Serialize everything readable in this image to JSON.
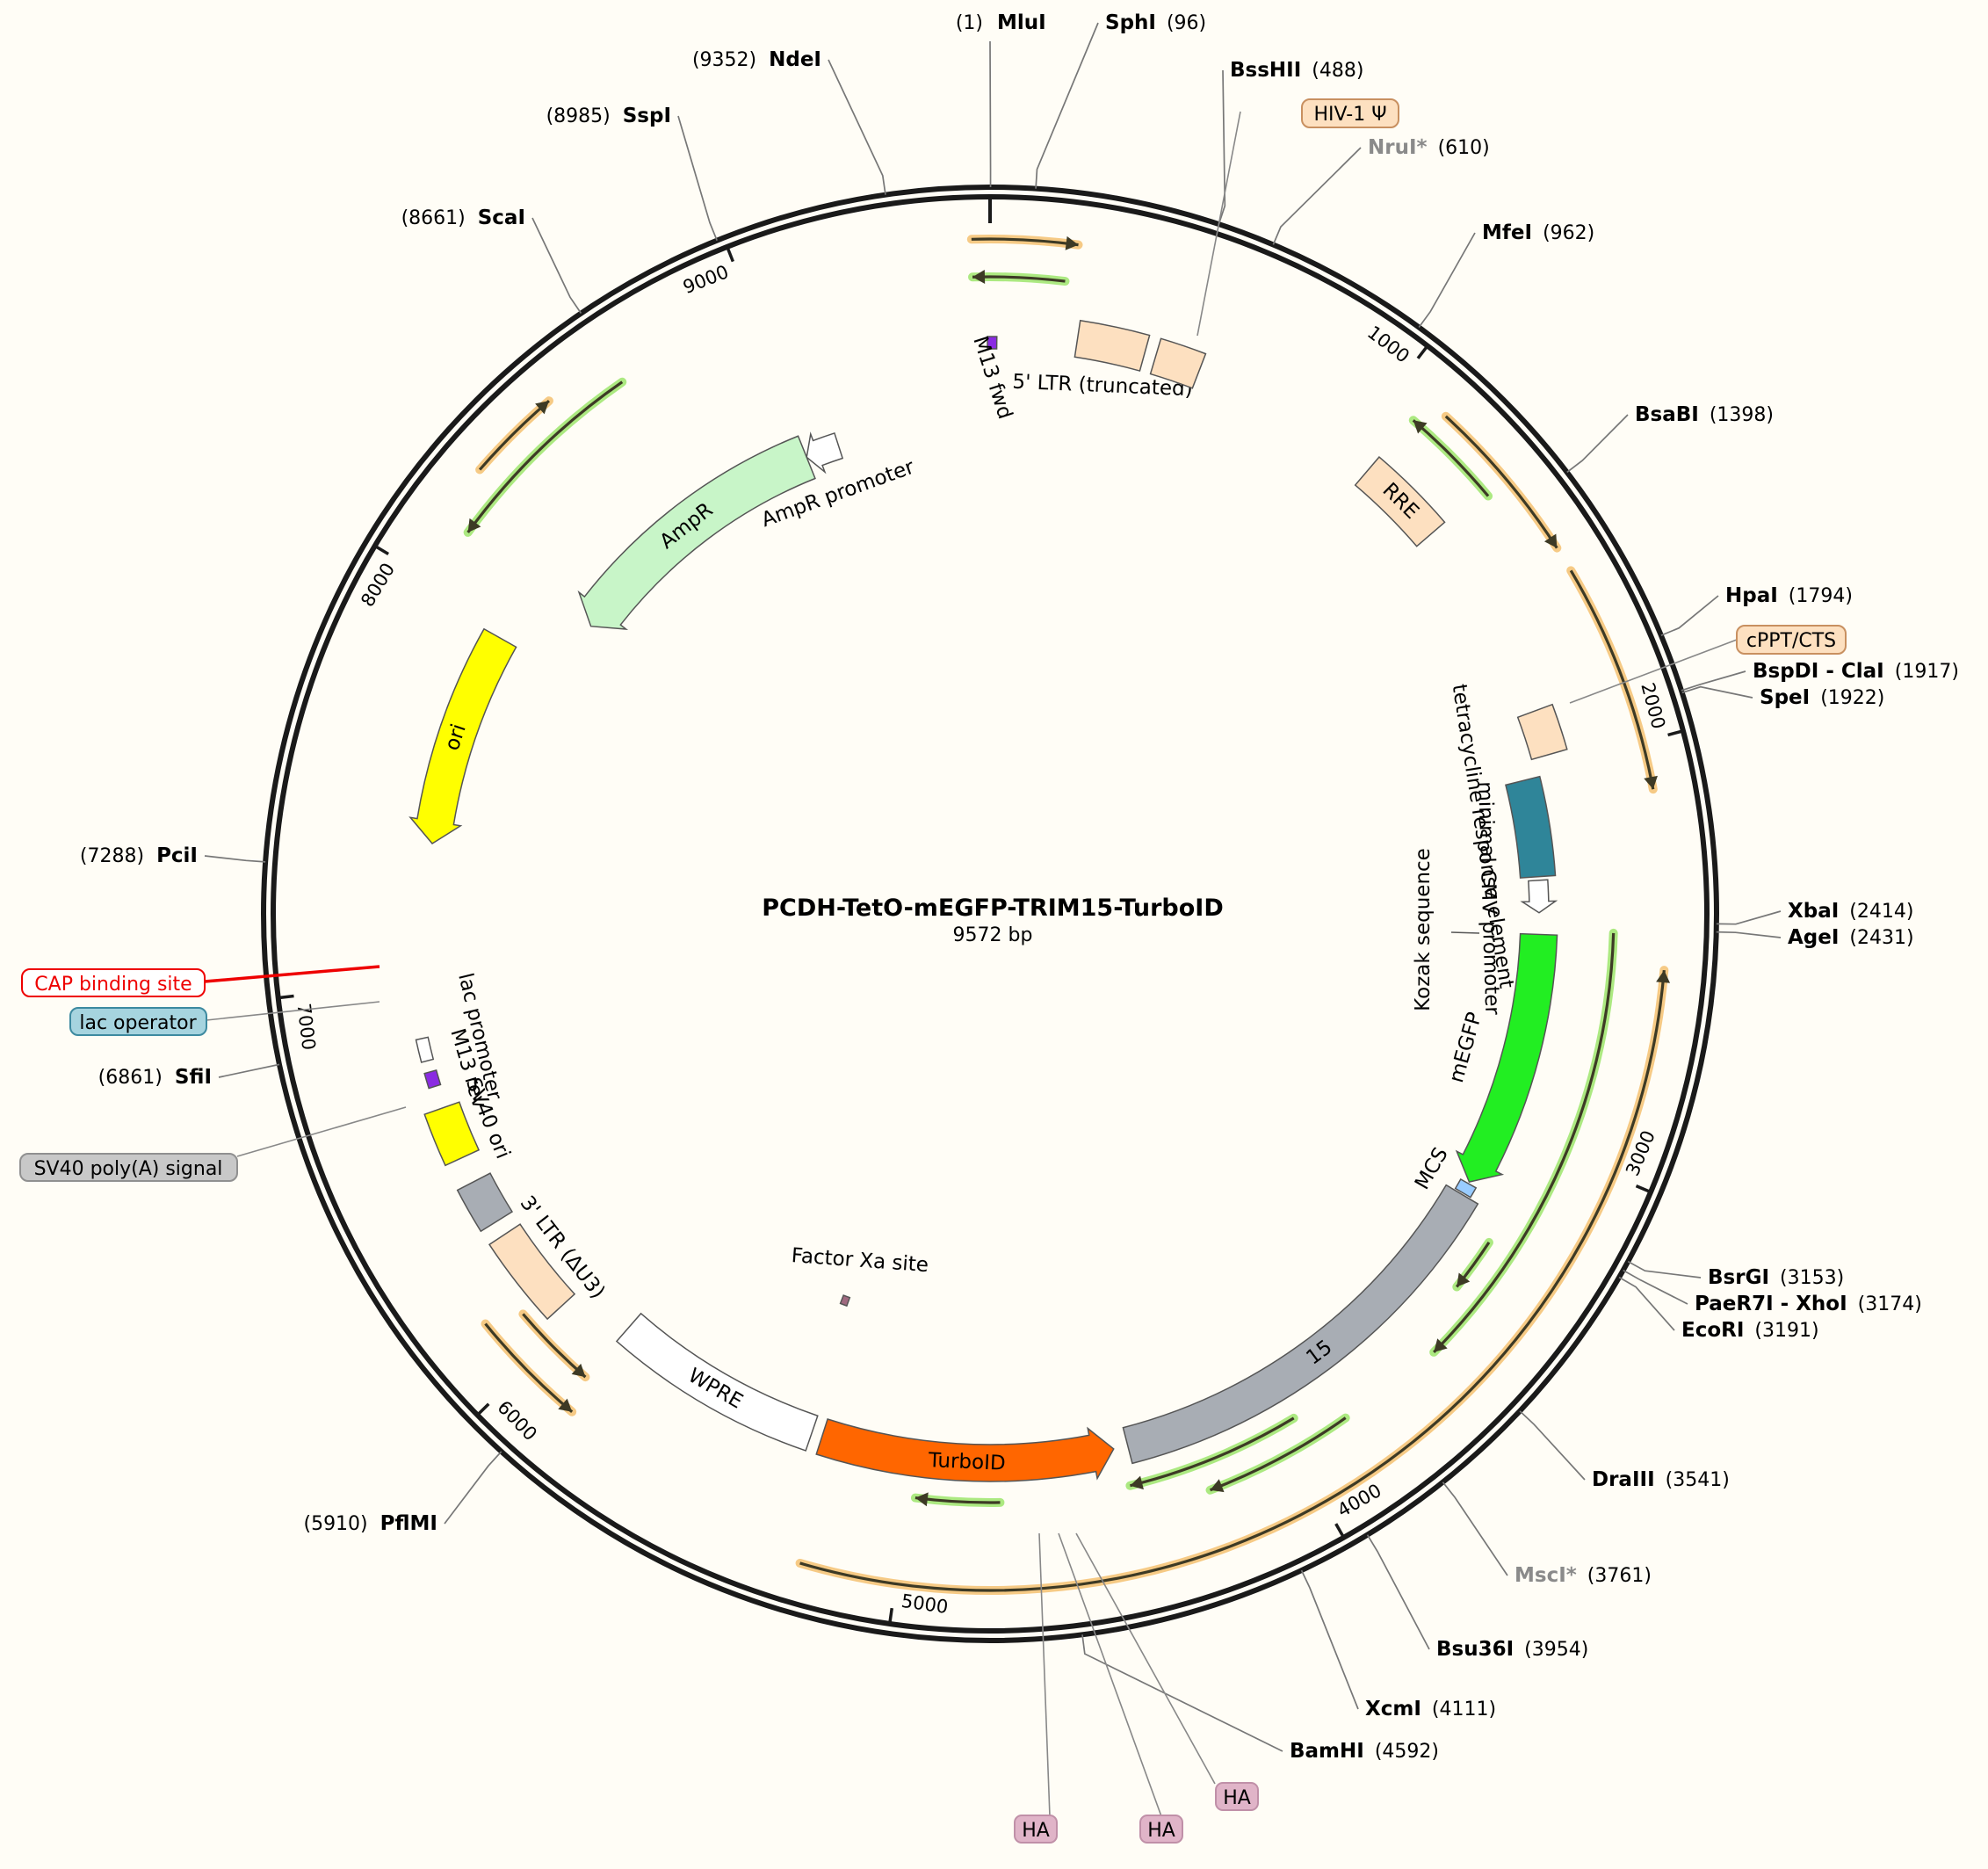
{
  "plasmid": {
    "name": "PCDH-TetO-mEGFP-TRIM15-TurboID",
    "length_label": "9572 bp",
    "length": 9572
  },
  "ticks": [
    {
      "pos": 1000,
      "label": "1000"
    },
    {
      "pos": 2000,
      "label": "2000"
    },
    {
      "pos": 3000,
      "label": "3000"
    },
    {
      "pos": 4000,
      "label": "4000"
    },
    {
      "pos": 5000,
      "label": "5000"
    },
    {
      "pos": 6000,
      "label": "6000"
    },
    {
      "pos": 7000,
      "label": "7000"
    },
    {
      "pos": 8000,
      "label": "8000"
    },
    {
      "pos": 9000,
      "label": "9000"
    }
  ],
  "sites": [
    {
      "name": "MluI",
      "pos": 1,
      "pos_label": "(1)",
      "faded": false
    },
    {
      "name": "SphI",
      "pos": 96,
      "pos_label": "(96)",
      "faded": false
    },
    {
      "name": "BssHII",
      "pos": 488,
      "pos_label": "(488)",
      "faded": false
    },
    {
      "name": "NruI*",
      "pos": 610,
      "pos_label": "(610)",
      "faded": true
    },
    {
      "name": "MfeI",
      "pos": 962,
      "pos_label": "(962)",
      "faded": false
    },
    {
      "name": "BsaBI",
      "pos": 1398,
      "pos_label": "(1398)",
      "faded": false
    },
    {
      "name": "HpaI",
      "pos": 1794,
      "pos_label": "(1794)",
      "faded": false
    },
    {
      "name": "BspDI - ClaI",
      "pos": 1917,
      "pos_label": "(1917)",
      "faded": false
    },
    {
      "name": "SpeI",
      "pos": 1922,
      "pos_label": "(1922)",
      "faded": false
    },
    {
      "name": "XbaI",
      "pos": 2414,
      "pos_label": "(2414)",
      "faded": false
    },
    {
      "name": "AgeI",
      "pos": 2431,
      "pos_label": "(2431)",
      "faded": false
    },
    {
      "name": "BsrGI",
      "pos": 3153,
      "pos_label": "(3153)",
      "faded": false
    },
    {
      "name": "PaeR7I - XhoI",
      "pos": 3174,
      "pos_label": "(3174)",
      "faded": false
    },
    {
      "name": "EcoRI",
      "pos": 3191,
      "pos_label": "(3191)",
      "faded": false
    },
    {
      "name": "DraIII",
      "pos": 3541,
      "pos_label": "(3541)",
      "faded": false
    },
    {
      "name": "MscI*",
      "pos": 3761,
      "pos_label": "(3761)",
      "faded": true
    },
    {
      "name": "Bsu36I",
      "pos": 3954,
      "pos_label": "(3954)",
      "faded": false
    },
    {
      "name": "XcmI",
      "pos": 4111,
      "pos_label": "(4111)",
      "faded": false
    },
    {
      "name": "BamHI",
      "pos": 4592,
      "pos_label": "(4592)",
      "faded": false
    },
    {
      "name": "PflMI",
      "pos": 5910,
      "pos_label": "(5910)",
      "faded": false
    },
    {
      "name": "SfiI",
      "pos": 6861,
      "pos_label": "(6861)",
      "faded": false
    },
    {
      "name": "PciI",
      "pos": 7288,
      "pos_label": "(7288)",
      "faded": false
    },
    {
      "name": "ScaI",
      "pos": 8661,
      "pos_label": "(8661)",
      "faded": false
    },
    {
      "name": "SspI",
      "pos": 8985,
      "pos_label": "(8985)",
      "faded": false
    },
    {
      "name": "NdeI",
      "pos": 9352,
      "pos_label": "(9352)",
      "faded": false
    }
  ],
  "features": [
    {
      "label": "M13 fwd",
      "start": 9565,
      "end": 9590,
      "color": "#8a2be2"
    },
    {
      "label": "5' LTR (truncated)",
      "start": 230,
      "end": 410,
      "color": "#fde0c0"
    },
    {
      "label": "",
      "start": 440,
      "end": 560,
      "color": "#fde0c0"
    },
    {
      "label": "RRE",
      "start": 1075,
      "end": 1310,
      "color": "#fde0c0"
    },
    {
      "label": "",
      "start": 1850,
      "end": 1970,
      "color": "#fde0c0"
    },
    {
      "label": "tetracycline response element",
      "start": 2020,
      "end": 2290,
      "color": "#2f8599"
    },
    {
      "label": "minimal CMV promoter",
      "start": 2300,
      "end": 2390,
      "color": "#ffffff"
    },
    {
      "label": "mEGFP",
      "start": 2450,
      "end": 3170,
      "color": "#22ee22"
    },
    {
      "label": "MCS",
      "start": 3175,
      "end": 3205,
      "color": "#99ccff"
    },
    {
      "label": "15",
      "start": 3210,
      "end": 4400,
      "color": "#a8adb4"
    },
    {
      "label": "TurboID",
      "start": 4440,
      "end": 5260,
      "color": "#ff6600"
    },
    {
      "label": "WPRE",
      "start": 5290,
      "end": 5880,
      "color": "#ffffff"
    },
    {
      "label": "Factor Xa site",
      "start": 5320,
      "end": 5345,
      "color": "#a06a80"
    },
    {
      "label": "3' LTR (ΔU3)",
      "start": 6050,
      "end": 6290,
      "color": "#fde0c0"
    },
    {
      "label": "",
      "start": 6330,
      "end": 6450,
      "color": "#a8adb4"
    },
    {
      "label": "SV40 ori",
      "start": 6520,
      "end": 6660,
      "color": "#ffff00"
    },
    {
      "label": "M13 rev",
      "start": 6720,
      "end": 6760,
      "color": "#8a2be2"
    },
    {
      "label": "lac promoter",
      "start": 6790,
      "end": 6850,
      "color": "#ffffff"
    },
    {
      "label": "ori",
      "start": 7370,
      "end": 7960,
      "color": "#ffff00"
    },
    {
      "label": "AmpR",
      "start": 8130,
      "end": 8990,
      "color": "#c8f5c8"
    },
    {
      "label": "AmpR promoter",
      "start": 8990,
      "end": 9095,
      "color": "#ffffff"
    }
  ],
  "callouts": [
    {
      "text": "HIV-1 Ψ",
      "fill": "#fde0c0",
      "stroke": "#c89060",
      "color": "#000000"
    },
    {
      "text": "cPPT/CTS",
      "fill": "#fde0c0",
      "stroke": "#c89060",
      "color": "#000000"
    },
    {
      "text": "Kozak sequence",
      "fill": "none",
      "stroke": "none",
      "color": "#000000"
    },
    {
      "text": "CAP binding site",
      "fill": "#ffffff",
      "stroke": "#ee0000",
      "color": "#ee0000"
    },
    {
      "text": "lac operator",
      "fill": "#a6d4df",
      "stroke": "#3d8aa0",
      "color": "#000000"
    },
    {
      "text": "SV40 poly(A) signal",
      "fill": "#c8c8c8",
      "stroke": "#909090",
      "color": "#000000"
    },
    {
      "text": "HA",
      "fill": "#e0b4c8",
      "stroke": "#c090a8",
      "color": "#000000"
    },
    {
      "text": "HA",
      "fill": "#e0b4c8",
      "stroke": "#c090a8",
      "color": "#000000"
    },
    {
      "text": "HA",
      "fill": "#e0b4c8",
      "stroke": "#c090a8",
      "color": "#000000"
    }
  ],
  "colors": {
    "backbone": "#1a1a1a",
    "background": "#fffdf6",
    "orf_orange": "#f5c77e",
    "orf_green": "#a8e87a"
  }
}
